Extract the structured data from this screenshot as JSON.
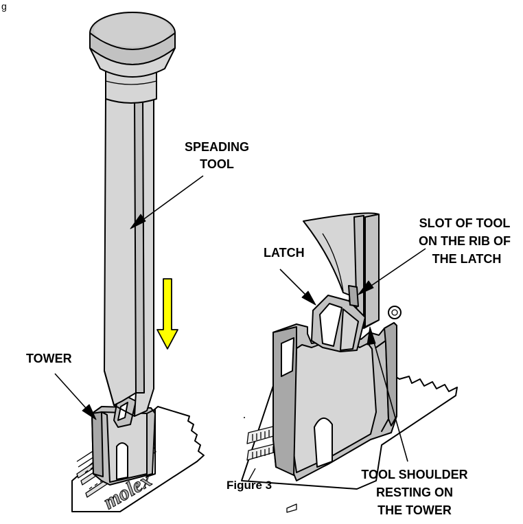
{
  "figure": {
    "caption": "Figure 3",
    "page_marker": "g"
  },
  "labels": {
    "spreading_tool": [
      "SPEADING",
      "TOOL"
    ],
    "tower": "TOWER",
    "latch": "LATCH",
    "slot_of_tool": [
      "SLOT OF TOOL",
      "ON THE RIB OF",
      "THE LATCH"
    ],
    "tool_shoulder": [
      "TOOL SHOULDER",
      "RESTING ON",
      "THE TOWER"
    ]
  },
  "board_text": {
    "brand": "molex"
  },
  "colors": {
    "push_arrow": "#ffff00",
    "tool_gray": "#d6d6d6",
    "tower_gray": "#c2c2c2"
  },
  "icons": {
    "push_arrow": "down-arrow-icon"
  }
}
